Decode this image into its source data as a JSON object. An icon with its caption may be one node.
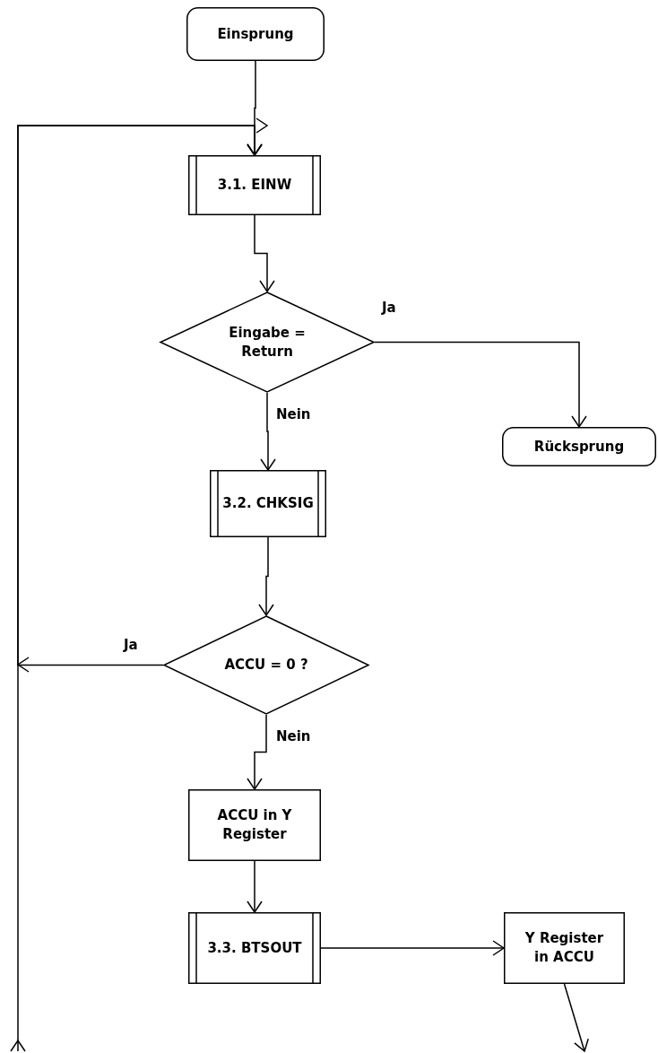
{
  "diagram": {
    "nodes": [
      {
        "text": [
          "Einsprung"
        ]
      },
      {
        "text": [
          "3.1. EINW"
        ]
      },
      {
        "text": [
          "Eingabe = Return"
        ]
      },
      {
        "text": [
          "Rücksprung"
        ]
      },
      {
        "text": [
          "3.2. CHKSIG"
        ]
      },
      {
        "text": [
          "ACCU = 0 ?"
        ]
      },
      {
        "text": [
          "ACCU in Y Register"
        ]
      },
      {
        "text": [
          "3.3. BTSOUT"
        ]
      },
      {
        "text": [
          "Y Register in ACCU"
        ]
      }
    ],
    "edges": [
      {
        "from": 0,
        "to": 1,
        "arrow": "to"
      },
      {
        "from": 1,
        "to": 2,
        "arrow": "to"
      },
      {
        "from": 2,
        "to": 3,
        "arrow": "to",
        "label": "Ja"
      },
      {
        "from": 2,
        "to": 4,
        "arrow": "to",
        "label": "Nein"
      },
      {
        "from": 4,
        "to": 5,
        "arrow": "to"
      },
      {
        "from": 5,
        "to": 1,
        "arrow": "to",
        "label": "Ja"
      },
      {
        "from": 5,
        "to": 6,
        "arrow": "to",
        "label": "Nein"
      },
      {
        "from": 6,
        "to": 7,
        "arrow": "to"
      },
      {
        "from": 7,
        "to": 8,
        "arrow": "to"
      },
      {
        "from": 8,
        "to": null,
        "arrow": "to"
      },
      {
        "from": null,
        "to": 1,
        "arrow": "to"
      }
    ]
  }
}
